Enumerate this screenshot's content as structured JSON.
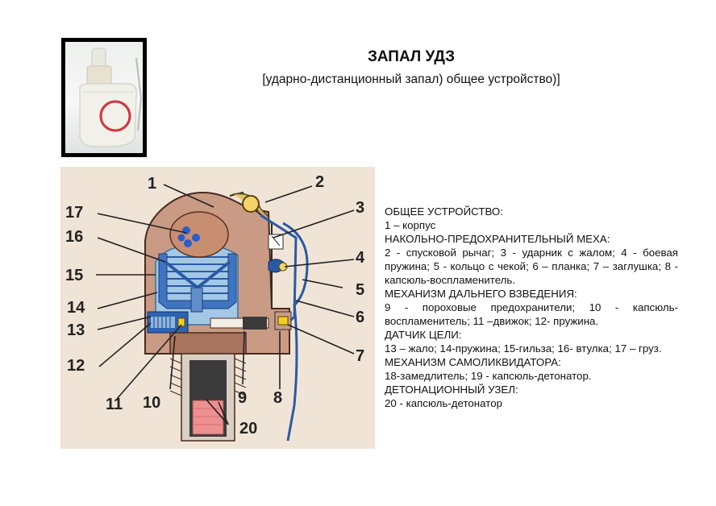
{
  "title": "ЗАПАЛ УДЗ",
  "subtitle": "[ударно-дистанционный запал) общее устройство)]",
  "callouts": [
    "1",
    "2",
    "3",
    "4",
    "5",
    "6",
    "7",
    "8",
    "9",
    "10",
    "11",
    "12",
    "13",
    "14",
    "15",
    "16",
    "17",
    "20"
  ],
  "description": [
    {
      "heading": "ОБЩЕЕ УСТРОЙСТВО:",
      "text": "1 – корпус"
    },
    {
      "heading": "НАКОЛЬНО-ПРЕДОХРАНИТЕЛЬНЫЙ МЕХА:",
      "text": "2 - спусковой рычаг; 3 - ударник с жалом; 4 - боевая пружина; 5 - кольцо с чекой; 6 – планка; 7 – заглушка; 8 - капсюль-воспламенитель."
    },
    {
      "heading": "МЕХАНИЗМ ДАЛЬНЕГО ВЗВЕДЕНИЯ:",
      "text": "9 - пороховые предохранители; 10 - капсюль-воспламенитель; 11 –движок; 12- пружина."
    },
    {
      "heading": "ДАТЧИК ЦЕЛИ:",
      "text": "13 – жало; 14-пружина; 15-гильза; 16- втулка; 17 – груз."
    },
    {
      "heading": "МЕХАНИЗМ САМОЛИКВИДАТОРА:",
      "text": "18-замедлитель; 19 - капсюль-детонатор."
    },
    {
      "heading": "ДЕТОНАЦИОННЫЙ УЗЕЛ:",
      "text": "20 - капсюль-детонатор"
    }
  ]
}
